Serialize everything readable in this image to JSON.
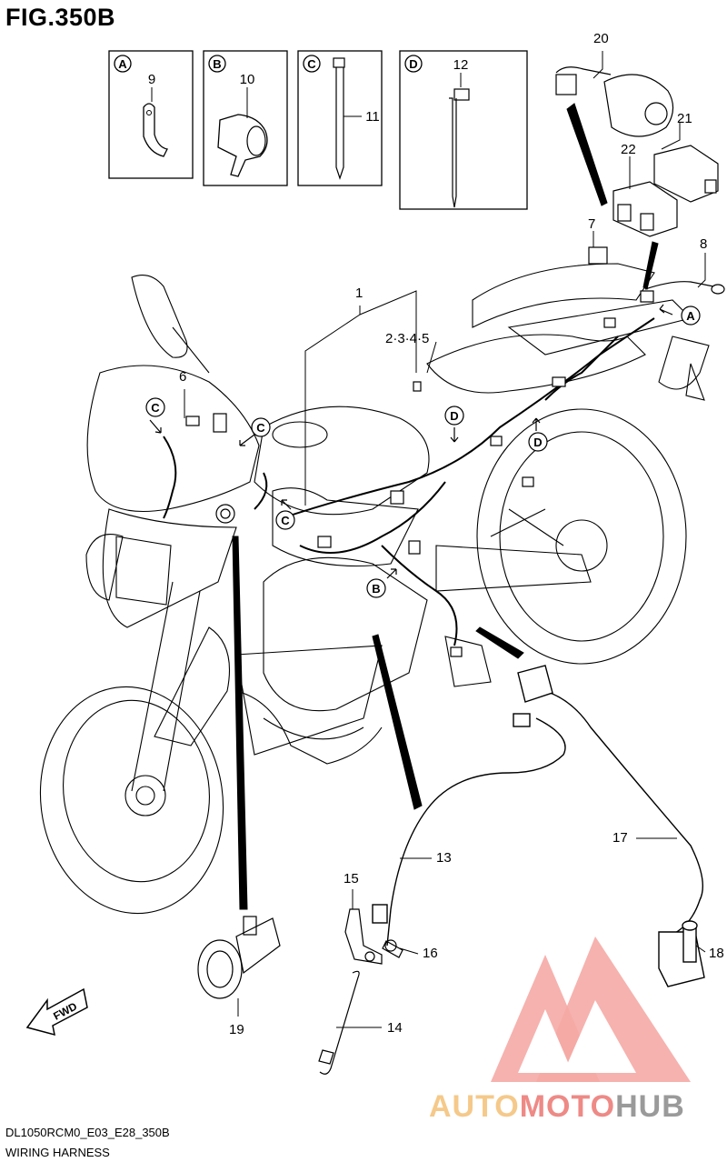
{
  "figure": {
    "title": "FIG.350B",
    "code": "DL1050RCM0_E03_E28_350B",
    "name": "WIRING HARNESS"
  },
  "detail_boxes": [
    {
      "letter": "A",
      "part": "9"
    },
    {
      "letter": "B",
      "part": "10"
    },
    {
      "letter": "C",
      "part": "11"
    },
    {
      "letter": "D",
      "part": "12"
    }
  ],
  "callouts": {
    "p1": "1",
    "p2345": "2·3·4·5",
    "p6": "6",
    "p7": "7",
    "p8": "8",
    "p13": "13",
    "p14": "14",
    "p15": "15",
    "p16": "16",
    "p17": "17",
    "p18": "18",
    "p19": "19",
    "p20": "20",
    "p21": "21",
    "p22": "22"
  },
  "location_markers": {
    "a": "A",
    "b": "B",
    "c": "C",
    "d": "D"
  },
  "fwd_label": "FWD",
  "watermark": {
    "part1": "AUTO",
    "part2": "MOTO",
    "part3": "HUB",
    "colors": {
      "auto": "#f5c98a",
      "moto": "#ee8a86",
      "hub": "#9a9a9a",
      "logo": "#f08a84"
    }
  }
}
